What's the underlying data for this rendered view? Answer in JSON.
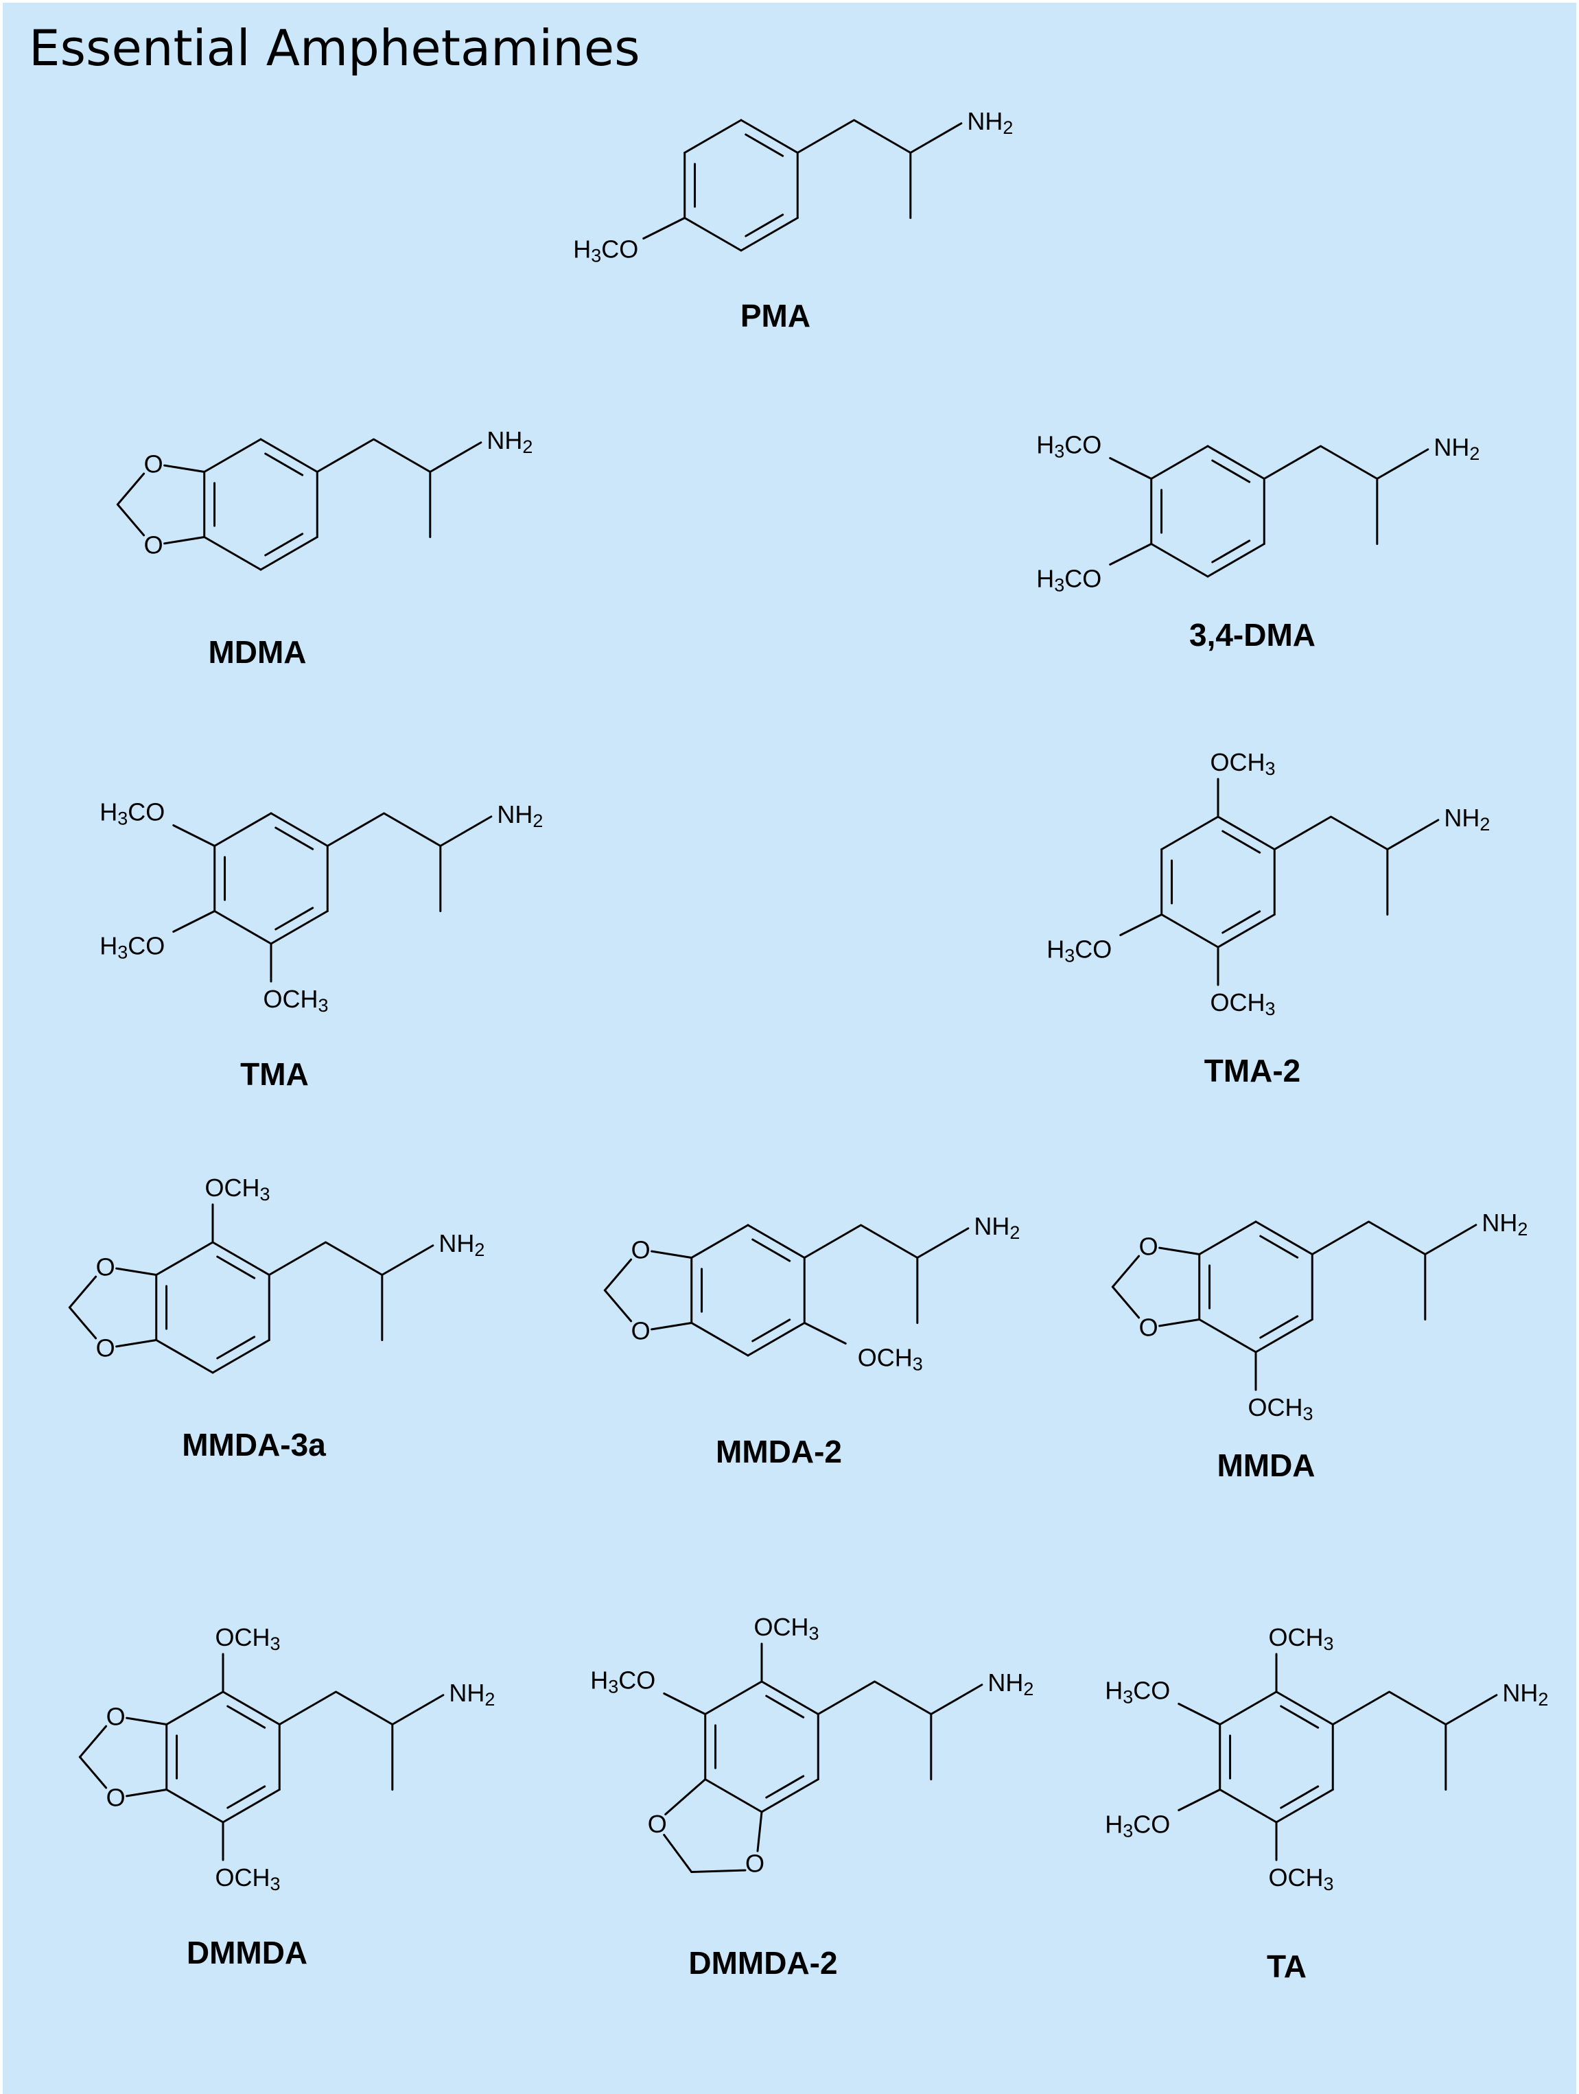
{
  "title": "Essential Amphetamines",
  "colors": {
    "background": "#cbe7f9",
    "ink": "#000000"
  },
  "groups": {
    "nh2": {
      "a": "NH",
      "b": "2"
    },
    "h3co": {
      "a": "H",
      "b": "3",
      "c": "CO"
    },
    "och3": {
      "a": "OCH",
      "b": "3"
    },
    "o": "O"
  },
  "compounds": [
    {
      "name": "PMA"
    },
    {
      "name": "MDMA"
    },
    {
      "name": "3,4-DMA"
    },
    {
      "name": "TMA"
    },
    {
      "name": "TMA-2"
    },
    {
      "name": "MMDA-3a"
    },
    {
      "name": "MMDA-2"
    },
    {
      "name": "MMDA"
    },
    {
      "name": "DMMDA"
    },
    {
      "name": "DMMDA-2"
    },
    {
      "name": "TA"
    }
  ]
}
